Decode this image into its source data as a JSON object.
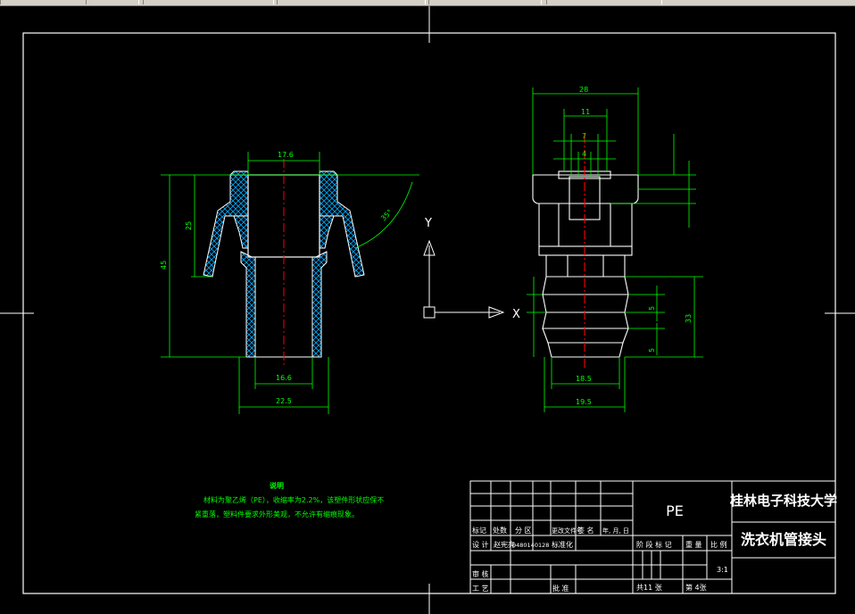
{
  "notes": {
    "heading": "说明",
    "line1": "材料为聚乙烯（PE），收缩率为2.2%，该塑件形状应保不",
    "line2": "紧重落，塑料件要求外形美观，不允许有缩痕现象。"
  },
  "left_view": {
    "dim_top": "17.6",
    "dim_bottom_inner": "16.6",
    "dim_bottom_outer": "22.5",
    "dim_height_total": "45",
    "dim_height_upper": "25",
    "dim_angle": "35°"
  },
  "right_view": {
    "dim_top_width": "28",
    "dim_11": "11",
    "dim_7": "7",
    "dim_4": "4",
    "dim_bottom_18": "18.5",
    "dim_bottom_19": "19.5",
    "dim_33": "33",
    "dim_5": "5",
    "dim_5b": "5"
  },
  "ucs": {
    "y_label": "Y",
    "x_label": "X"
  },
  "title_block": {
    "material": "PE",
    "school": "桂林电子科技大学",
    "part_name": "洗衣机管接头",
    "rev_headers": [
      "标记",
      "处数",
      "分 区",
      "更改文件号",
      "签 名",
      "年, 月, 日"
    ],
    "design_label": "设 计",
    "designer": "赵宪亮",
    "student_no": "0480140128",
    "standardize": "标准化",
    "stage_label": "阶 段 标 记",
    "weight_label": "重 量",
    "scale_label": "比 例",
    "scale_value": "3:1",
    "review_label": "审 核",
    "process_label": "工 艺",
    "approve_label": "批 准",
    "sheets_total": "共11  张",
    "sheet_no": "第  4张"
  },
  "colors": {
    "background": "#000000",
    "outline": "#ffffff",
    "dimension": "#00ff00",
    "centerline": "#ff0000",
    "hatch": "#00aaff",
    "text_yellow": "#ffff00"
  }
}
